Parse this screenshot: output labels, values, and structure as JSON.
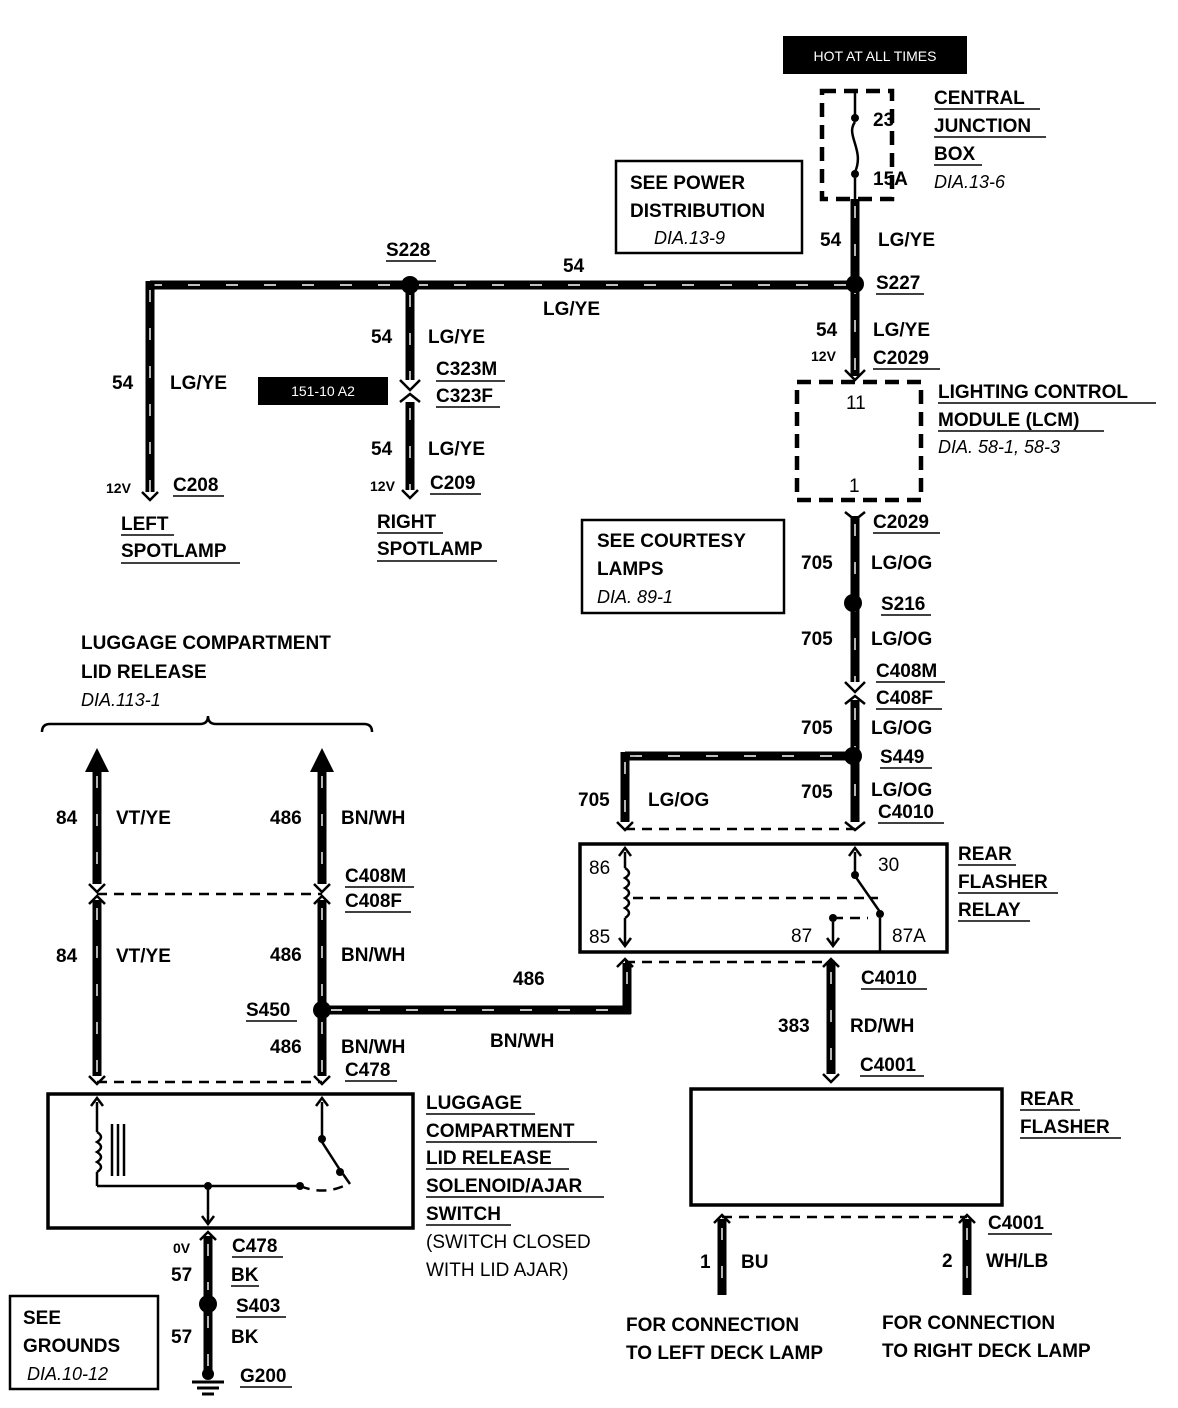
{
  "header": {
    "hot_at_all_times": "HOT AT ALL TIMES",
    "tag_151": "151-10 A2"
  },
  "central_junction_box": {
    "title_1": "CENTRAL",
    "title_2": "JUNCTION",
    "title_3": "BOX",
    "ref": "DIA.13-6",
    "fuse_number": "23",
    "fuse_rating": "15A"
  },
  "see_power": {
    "line1": "SEE POWER",
    "line2": "DISTRIBUTION",
    "ref": "DIA.13-9"
  },
  "lcm": {
    "title_1": "LIGHTING CONTROL",
    "title_2": "MODULE (LCM)",
    "ref": "DIA. 58-1, 58-3",
    "pin_top": "11",
    "pin_bottom": "1"
  },
  "see_courtesy": {
    "line1": "SEE COURTESY",
    "line2": "LAMPS",
    "ref": "DIA. 89-1"
  },
  "luggage_release": {
    "title_1": "LUGGAGE COMPARTMENT",
    "title_2": "LID RELEASE",
    "ref": "DIA.113-1"
  },
  "rear_flasher_relay": {
    "title_1": "REAR",
    "title_2": "FLASHER",
    "title_3": "RELAY",
    "pin_86": "86",
    "pin_85": "85",
    "pin_30": "30",
    "pin_87": "87",
    "pin_87a": "87A"
  },
  "rear_flasher": {
    "title_1": "REAR",
    "title_2": "FLASHER"
  },
  "solenoid": {
    "line1": "LUGGAGE",
    "line2": "COMPARTMENT",
    "line3": "LID RELEASE",
    "line4": "SOLENOID/AJAR",
    "line5": "SWITCH",
    "note1": "(SWITCH CLOSED",
    "note2": "WITH LID AJAR)"
  },
  "see_grounds": {
    "line1": "SEE",
    "line2": "GROUNDS",
    "ref": "DIA.10-12"
  },
  "loads": {
    "left_spot_1": "LEFT",
    "left_spot_2": "SPOTLAMP",
    "right_spot_1": "RIGHT",
    "right_spot_2": "SPOTLAMP",
    "left_deck_1": "FOR CONNECTION",
    "left_deck_2": "TO LEFT DECK LAMP",
    "right_deck_1": "FOR CONNECTION",
    "right_deck_2": "TO RIGHT DECK LAMP"
  },
  "circuits": {
    "c54": "54",
    "c705": "705",
    "c84": "84",
    "c486": "486",
    "c383": "383",
    "c57": "57",
    "c1": "1",
    "c2": "2"
  },
  "colors": {
    "lg_ye": "LG/YE",
    "lg_og": "LG/OG",
    "vt_ye": "VT/YE",
    "bn_wh": "BN/WH",
    "rd_wh": "RD/WH",
    "bk": "BK",
    "bu": "BU",
    "wh_lb": "WH/LB"
  },
  "voltages": {
    "v12": "12V",
    "v0": "0V"
  },
  "splices": {
    "s227": "S227",
    "s228": "S228",
    "s216": "S216",
    "s449": "S449",
    "s450": "S450",
    "s403": "S403"
  },
  "connectors": {
    "c2029": "C2029",
    "c323m": "C323M",
    "c323f": "C323F",
    "c208": "C208",
    "c209": "C209",
    "c408m": "C408M",
    "c408f": "C408F",
    "c4010": "C4010",
    "c4001": "C4001",
    "c478": "C478",
    "g200": "G200"
  }
}
